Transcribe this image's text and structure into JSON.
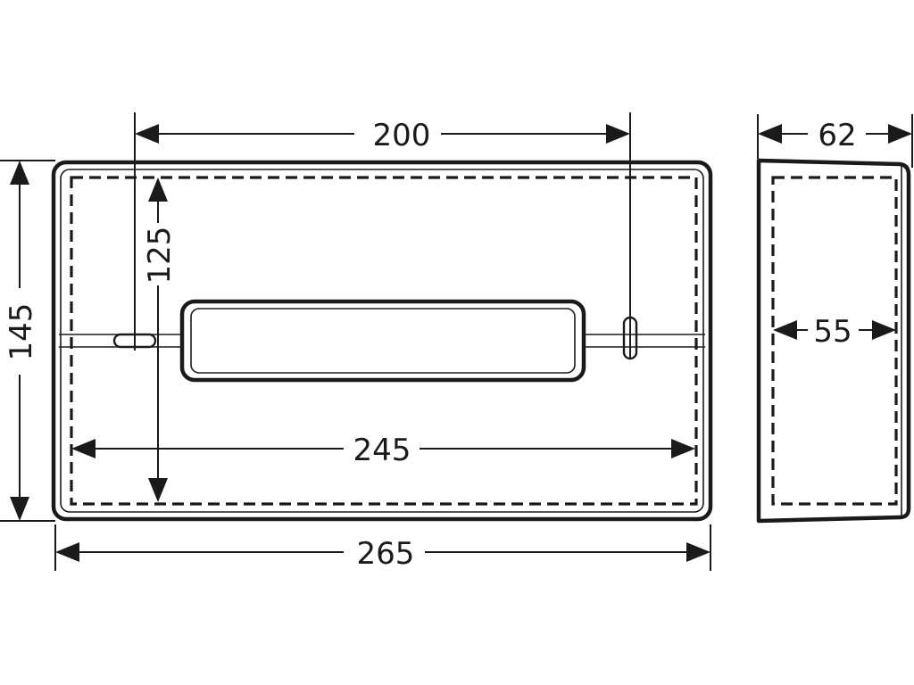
{
  "dimensions": {
    "overall_width": "265",
    "overall_height": "145",
    "mounting_distance": "200",
    "inner_width": "245",
    "inner_height": "125",
    "depth": "62",
    "inner_depth": "55"
  },
  "colors": {
    "line": "#1a1a1a",
    "background": "#ffffff"
  }
}
